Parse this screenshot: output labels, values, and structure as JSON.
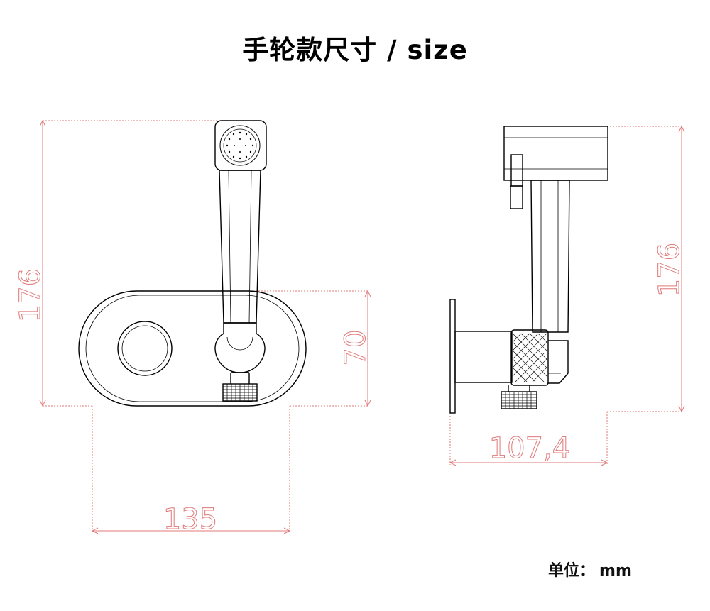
{
  "title": "手轮款尺寸 / size",
  "unit": {
    "label": "单位：",
    "value": "mm"
  },
  "dimensions": {
    "front_height": "176",
    "front_body_height": "70",
    "front_width": "135",
    "side_height": "176",
    "side_depth": "107,4"
  },
  "colors": {
    "outline": "#000000",
    "dimension": "#e07a7a"
  }
}
